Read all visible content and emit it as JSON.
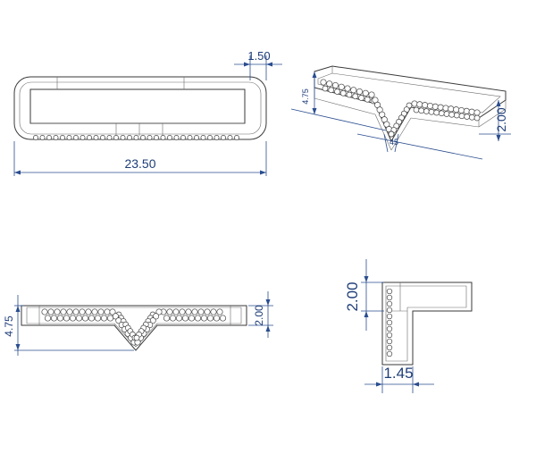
{
  "top_view": {
    "width_label": "23.50",
    "end_label": "1.50"
  },
  "iso_view": {
    "height_label": "4.75",
    "depth_label": "2.00"
  },
  "front_view": {
    "height_label": "4.75",
    "band_label": "2.00"
  },
  "side_view": {
    "height_label": "2.00",
    "width_label": "1.45"
  },
  "colors": {
    "line": "#3a3a3a",
    "dimension": "#2a4d8f"
  }
}
